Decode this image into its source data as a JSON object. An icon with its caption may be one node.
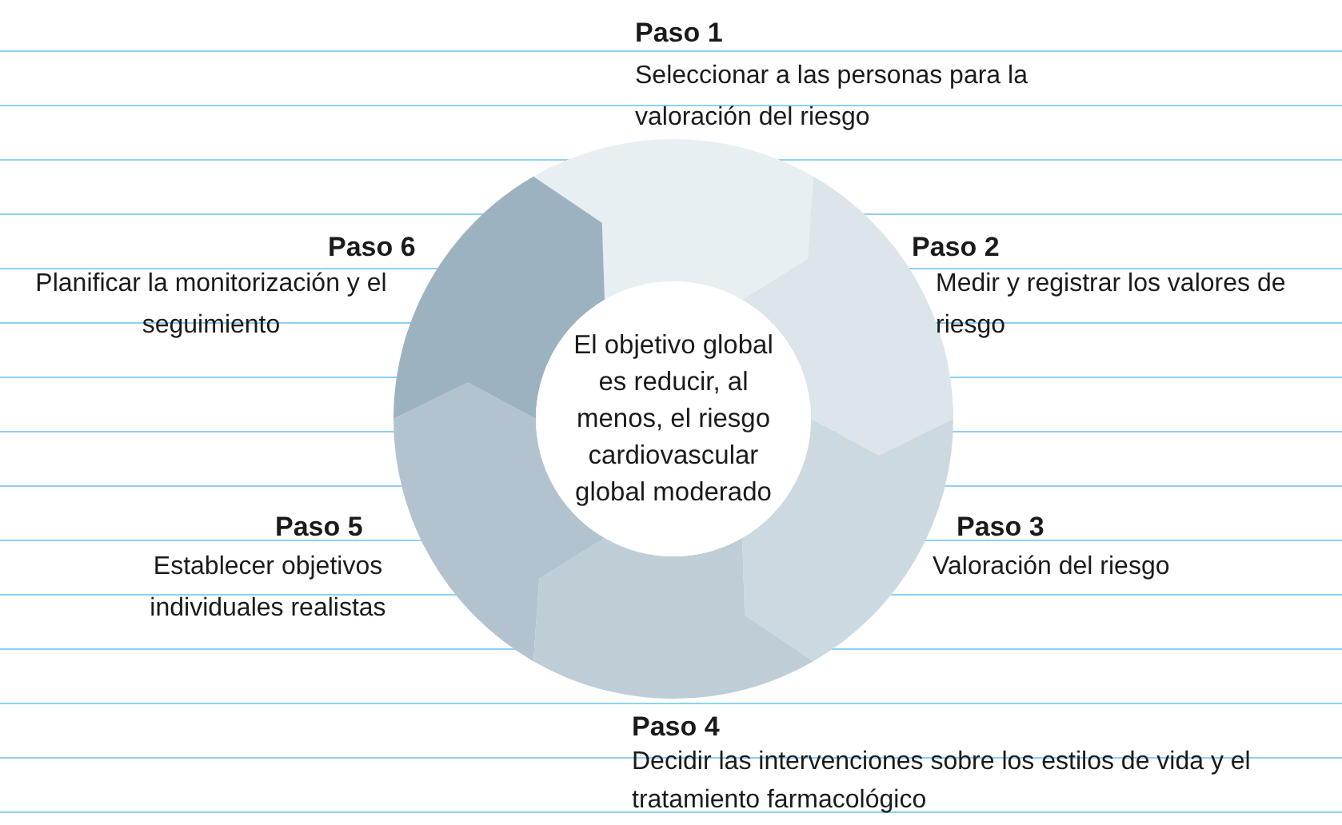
{
  "diagram": {
    "nodes": [
      {
        "text": [
          "Paso 1",
          "Seleccionar a las personas para la valoración del riesgo"
        ]
      },
      {
        "text": [
          "Paso 2",
          "Medir y registrar los valores de riesgo"
        ]
      },
      {
        "text": [
          "Paso 3",
          "Valoración del riesgo"
        ]
      },
      {
        "text": [
          "Paso 4",
          "Decidir las intervenciones sobre los estilos de vida y el tratamiento farmacológico"
        ]
      },
      {
        "text": [
          "Paso 5",
          "Establecer objetivos individuales realistas"
        ]
      },
      {
        "text": [
          "Paso 6",
          "Planificar la monitorización y el seguimiento"
        ]
      },
      {
        "text": [
          "El objetivo global es reducir, al menos, el riesgo cardiovascular global moderado"
        ]
      }
    ]
  }
}
